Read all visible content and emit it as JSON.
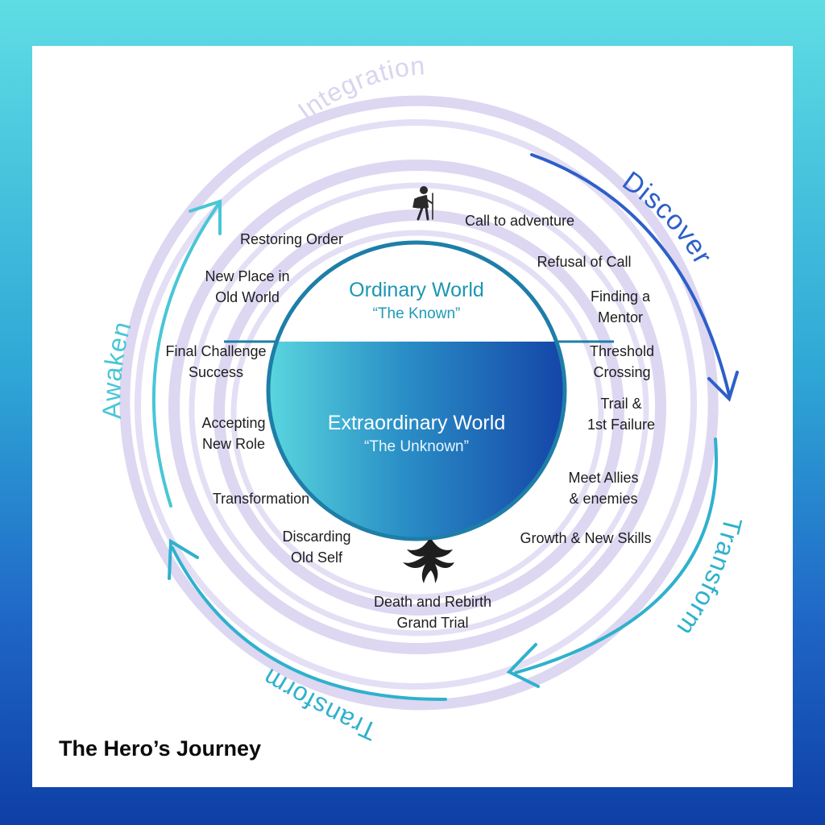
{
  "title": "The Hero’s Journey",
  "center": {
    "top_title": "Ordinary World",
    "top_subtitle": "“The Known”",
    "bottom_title": "Extraordinary World",
    "bottom_subtitle": "“The Unknown”"
  },
  "phases": {
    "integration": "Integration",
    "discover": "Discover",
    "transform_right": "Transform",
    "transform_bottom": "Transform",
    "awaken": "Awaken"
  },
  "stages": {
    "call": "Call to adventure",
    "refusal": "Refusal of Call",
    "mentor_1": "Finding a",
    "mentor_2": "Mentor",
    "threshold_1": "Threshold",
    "threshold_2": "Crossing",
    "trail_1": "Trail &",
    "trail_2": "1st Failure",
    "allies_1": "Meet Allies",
    "allies_2": "& enemies",
    "growth": "Growth & New Skills",
    "death_1": "Death and Rebirth",
    "death_2": "Grand Trial",
    "discarding_1": "Discarding",
    "discarding_2": "Old Self",
    "transformation": "Transformation",
    "accepting_1": "Accepting",
    "accepting_2": "New Role",
    "final_1": "Final Challenge",
    "final_2": "Success",
    "newplace_1": "New Place in",
    "newplace_2": "Old World",
    "restoring": "Restoring Order"
  },
  "icons": {
    "top": "hiker-icon",
    "bottom": "phoenix-icon"
  },
  "colors": {
    "discover": "#2d5fc8",
    "transform": "#2fb1cc",
    "awaken": "#49c6d6",
    "integration": "#d9d4ef",
    "spiral": "#ddd7f2",
    "sphere_light": "#4fd0dd",
    "sphere_dark": "#1246a8"
  }
}
